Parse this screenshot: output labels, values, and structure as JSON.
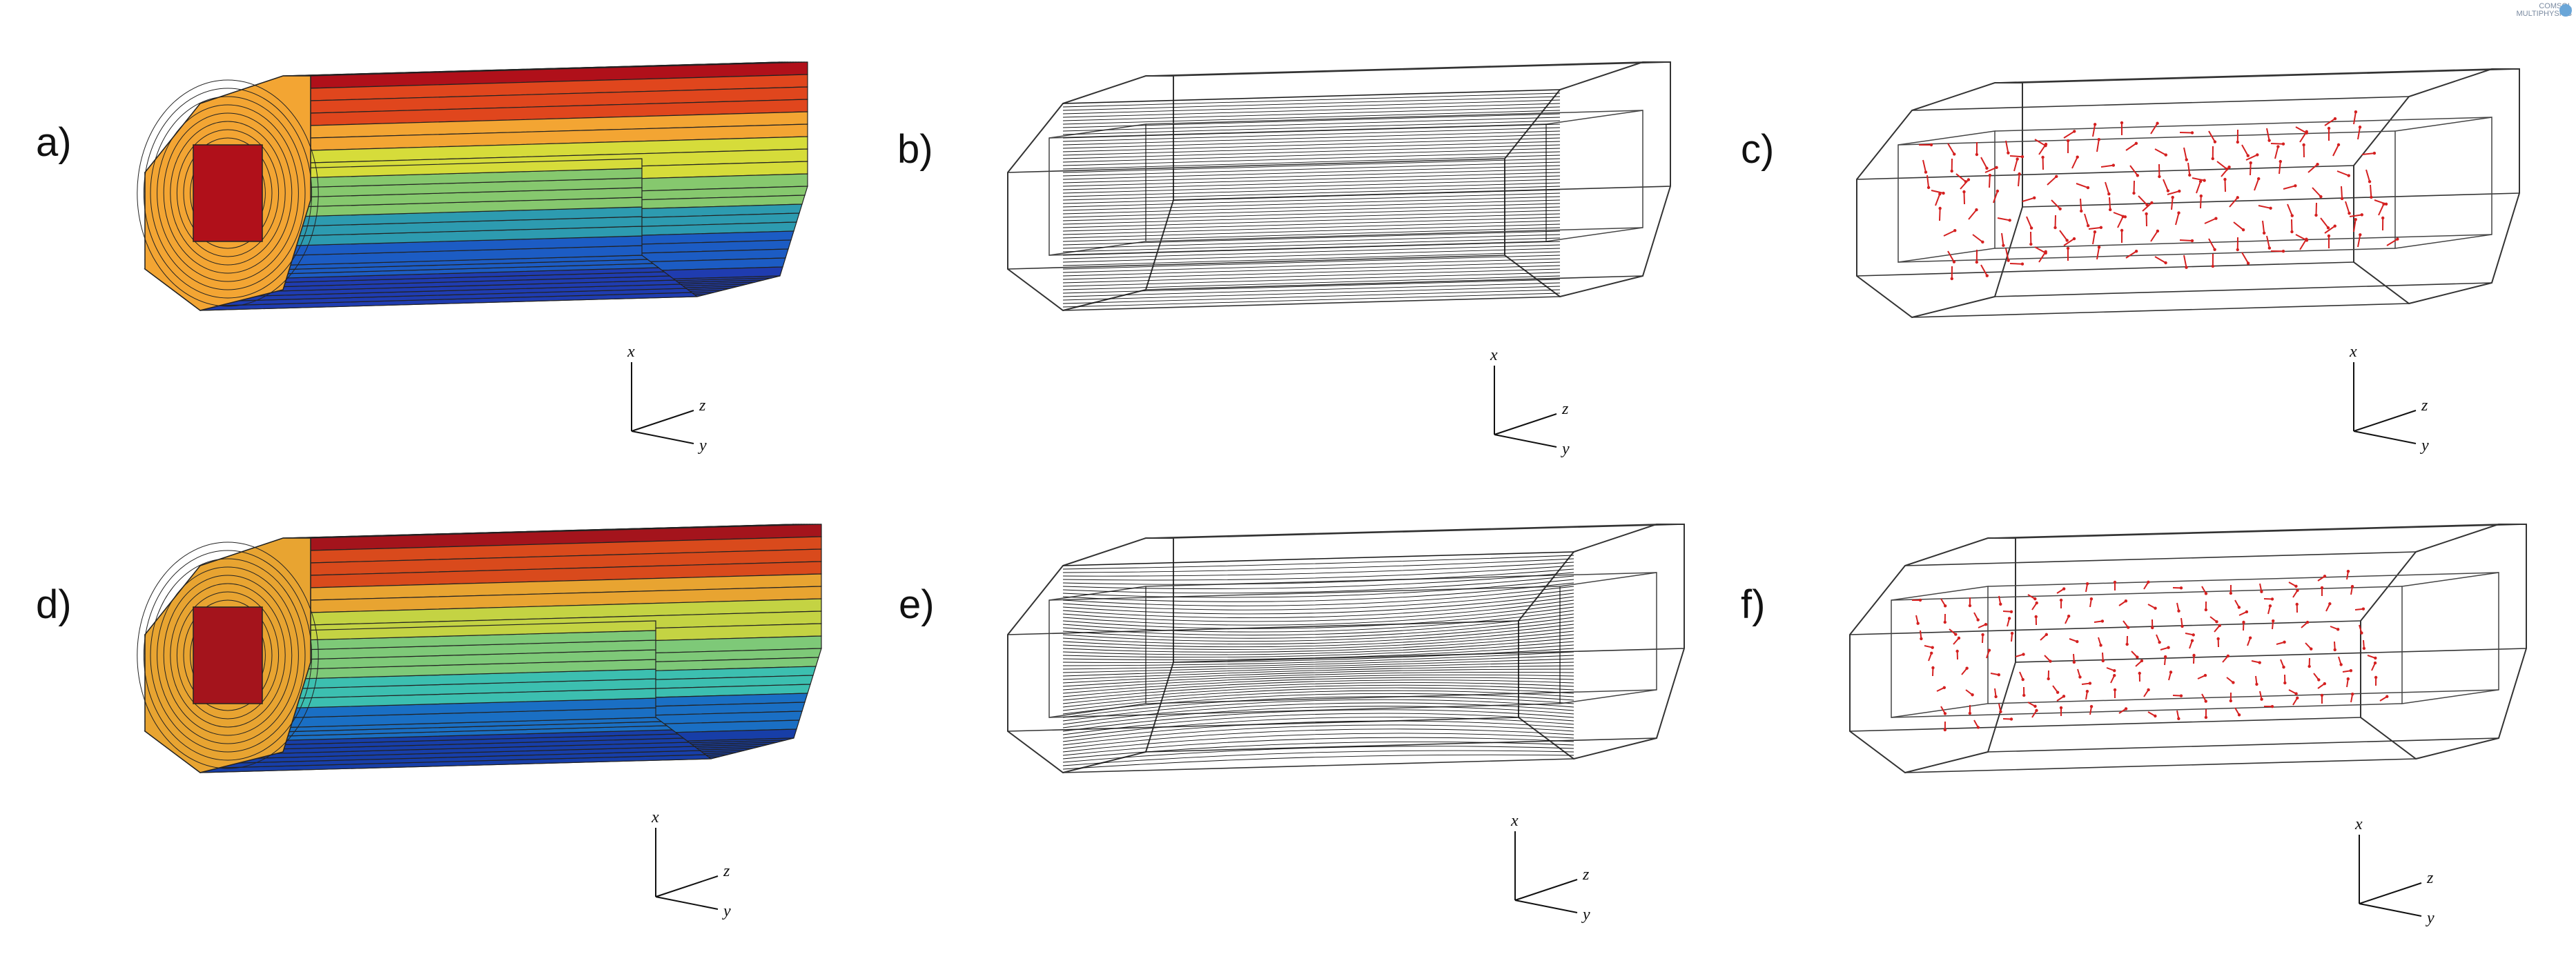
{
  "logo": {
    "line1": "COMSOL",
    "line2": "MULTIPHYSICS"
  },
  "panels": [
    {
      "label": "a)",
      "kind": "contour",
      "colormap": [
        "#b0101a",
        "#e0461d",
        "#f3a533",
        "#d6dc3a",
        "#86c86e",
        "#2d9bb0",
        "#1c5cc4",
        "#1f3cb0"
      ]
    },
    {
      "label": "b)",
      "kind": "wireframe-lines"
    },
    {
      "label": "c)",
      "kind": "arrows",
      "arrow_color": "#d42020"
    },
    {
      "label": "d)",
      "kind": "contour",
      "colormap": [
        "#a4141c",
        "#d94a1c",
        "#e8a431",
        "#c4d343",
        "#7ec978",
        "#3cbfb0",
        "#1a6fc4",
        "#173ea8"
      ]
    },
    {
      "label": "e)",
      "kind": "wireframe-lines"
    },
    {
      "label": "f)",
      "kind": "arrows",
      "arrow_color": "#d42020"
    }
  ],
  "axes": {
    "x": "x",
    "y": "y",
    "z": "z"
  }
}
